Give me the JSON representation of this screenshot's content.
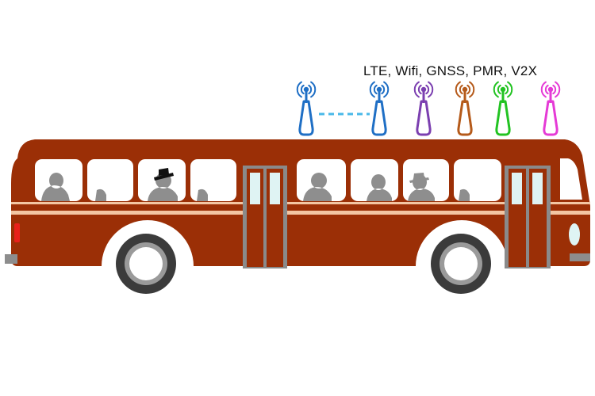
{
  "caption": "LTE, Wifi, GNSS, PMR, V2X",
  "colors": {
    "bus_body": "#9b2f06",
    "stripe": "#f3c6a3",
    "window_glass": "#ffffff",
    "door_frame": "#8a8a8a",
    "door_glass": "#dff3f3",
    "wheel_tire": "#3b3b3b",
    "wheel_rim": "#9a9a9a",
    "tail_light": "#e8201a",
    "headlight": "#dff4f4",
    "bumper": "#8d8d8d",
    "passenger": "#8e8e8e",
    "link_dash": "#4ab8e8"
  },
  "antennas": [
    {
      "name": "antenna-blue-1",
      "color": "#1f6fc5"
    },
    {
      "name": "antenna-blue-2",
      "color": "#1f6fc5"
    },
    {
      "name": "antenna-purple",
      "color": "#7b3fb0"
    },
    {
      "name": "antenna-orange",
      "color": "#b55a1a"
    },
    {
      "name": "antenna-green",
      "color": "#22c322"
    },
    {
      "name": "antenna-magenta",
      "color": "#e53ad6"
    }
  ]
}
